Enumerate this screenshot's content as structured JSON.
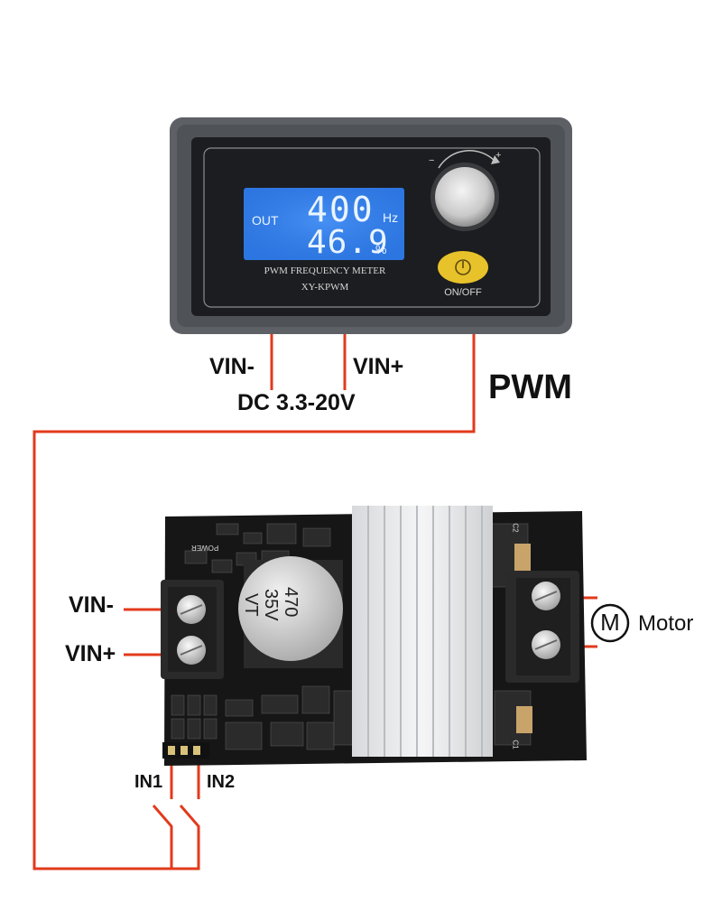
{
  "meter": {
    "lcd_out": "OUT",
    "lcd_freq": "400",
    "lcd_freq_unit": "Hz",
    "lcd_duty": "46.9",
    "lcd_duty_unit": "%",
    "model_line1": "PWM FREQUENCY METER",
    "model_line2": "XY-KPWM",
    "knob_minus": "−",
    "knob_plus": "+",
    "power_label": "ON/OFF"
  },
  "meter_wires": {
    "vin_minus": "VIN-",
    "vin_plus": "VIN+",
    "supply": "DC 3.3-20V",
    "pwm": "PWM"
  },
  "board": {
    "vin_minus": "VIN-",
    "vin_plus": "VIN+",
    "in1": "IN1",
    "in2": "IN2",
    "motor_symbol": "M",
    "motor_label": "Motor",
    "capacitor_value": "470",
    "capacitor_voltage": "35V",
    "capacitor_series": "VT",
    "silk_power": "POWER",
    "silk_c2": "C2",
    "silk_c1": "C1"
  },
  "colors": {
    "wire": "#e23a1c",
    "lcd_bg": "#2f7be8",
    "lcd_text": "#e9f4ff",
    "bezel": "#5a5d62",
    "panel": "#1e1f22",
    "pcb": "#161616",
    "heatsink": "#e6e7ea",
    "button": "#e8c22a"
  }
}
